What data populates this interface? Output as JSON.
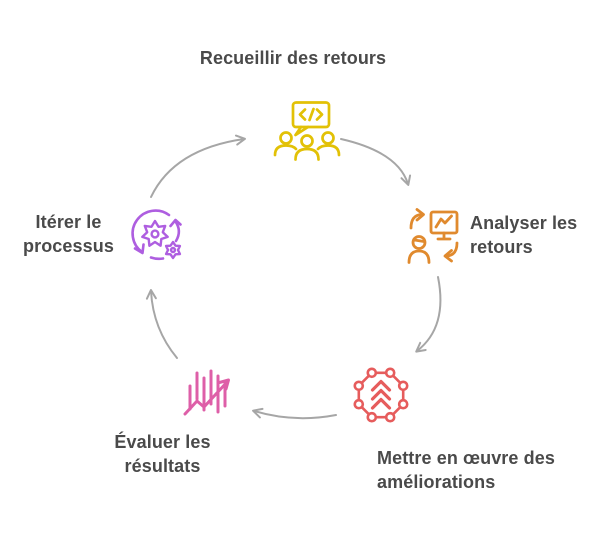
{
  "diagram": {
    "type": "cycle",
    "background_color": "#ffffff",
    "text_color": "#4a4a4a",
    "arrow_color": "#a6a6a6",
    "steps": [
      {
        "label": "Recueillir des retours",
        "icon": "feedback-chat-team-icon",
        "color": "#e2c106",
        "position": "top"
      },
      {
        "label": "Analyser les retours",
        "icon": "analyze-monitor-user-icon",
        "color": "#e08a2e",
        "position": "right"
      },
      {
        "label": "Mettre en œuvre des améliorations",
        "icon": "network-improvements-icon",
        "color": "#e65c5c",
        "position": "bottom-right"
      },
      {
        "label": "Évaluer les résultats",
        "icon": "results-bar-chart-trend-icon",
        "color": "#de5fa8",
        "position": "bottom-left"
      },
      {
        "label": "Itérer le processus",
        "icon": "iterate-gears-cycle-icon",
        "color": "#ae5ee0",
        "position": "left"
      }
    ],
    "connections": [
      "Recueillir des retours -> Analyser les retours",
      "Analyser les retours -> Mettre en œuvre des améliorations",
      "Mettre en œuvre des améliorations -> Évaluer les résultats",
      "Évaluer les résultats -> Itérer le processus",
      "Itérer le processus -> Recueillir des retours"
    ]
  }
}
